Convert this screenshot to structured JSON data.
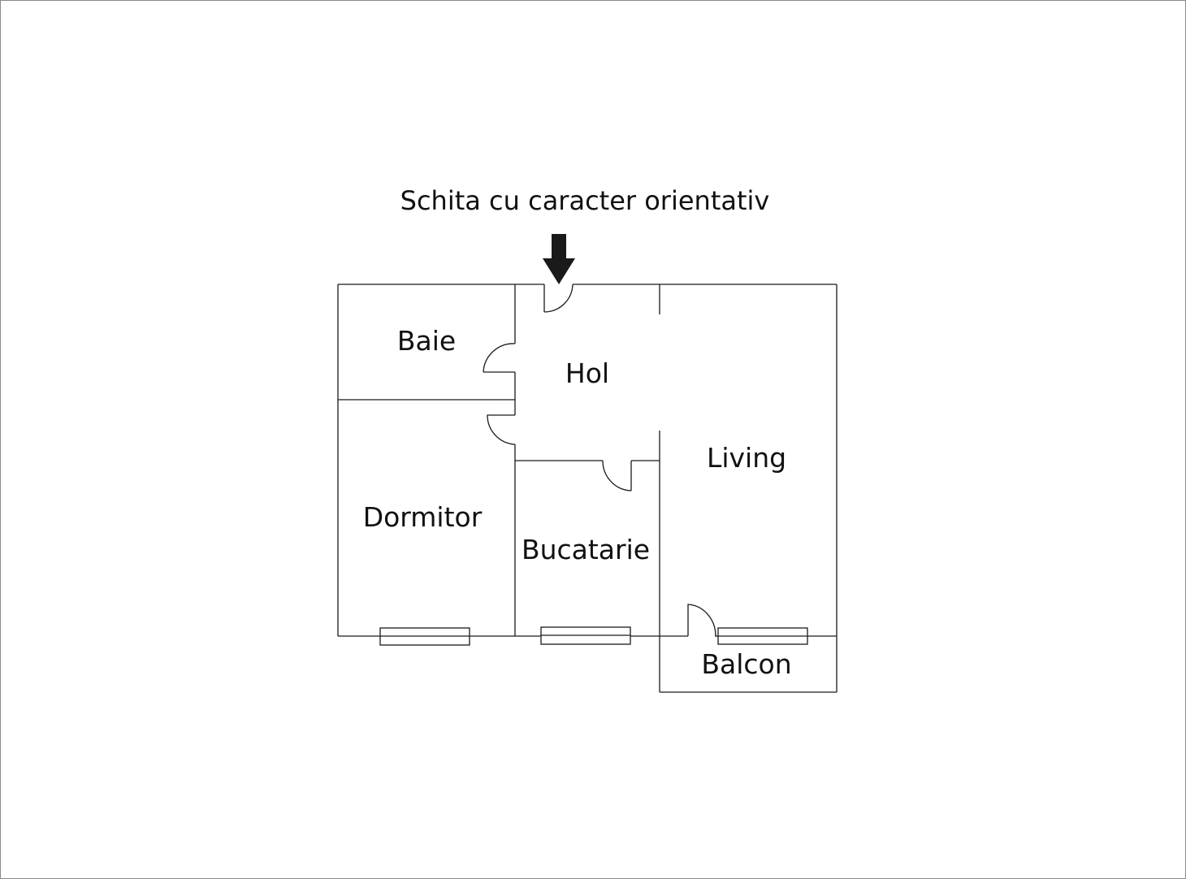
{
  "title": "Schita cu caracter orientativ",
  "rooms": {
    "baie": "Baie",
    "hol": "Hol",
    "living": "Living",
    "dormitor": "Dormitor",
    "bucatarie": "Bucatarie",
    "balcon": "Balcon"
  },
  "entrance_icon": "arrow-down-icon"
}
